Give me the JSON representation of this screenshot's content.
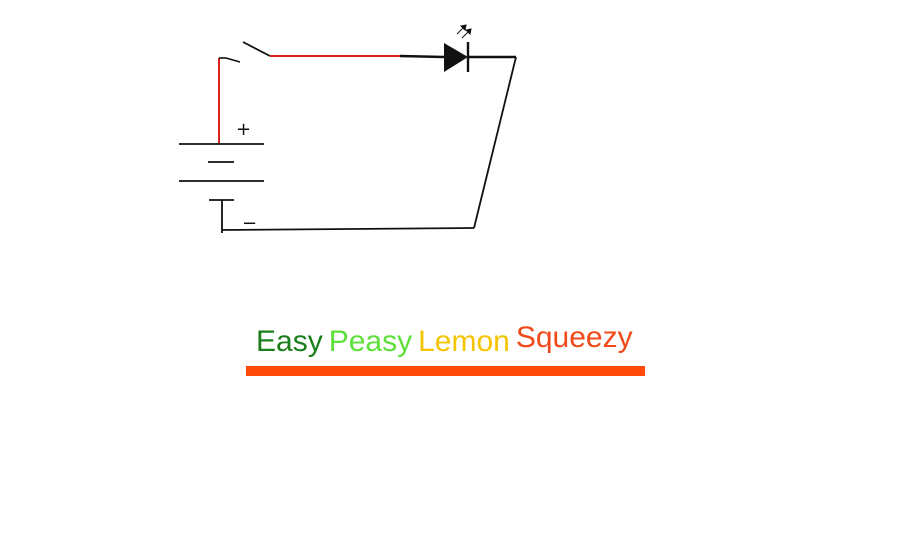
{
  "circuit": {
    "battery_plus_label": "+",
    "battery_minus_label": "−",
    "wire_colors": {
      "positive": "#dd2222",
      "return": "#111111"
    },
    "components": [
      "battery",
      "switch",
      "led"
    ]
  },
  "caption": {
    "words": [
      {
        "text": "Easy",
        "color": "#1a7f1a"
      },
      {
        "text": "Peasy",
        "color": "#5ee03a"
      },
      {
        "text": "Lemon",
        "color": "#f5c400"
      },
      {
        "text": "Squeezy",
        "color": "#f04a1a"
      }
    ],
    "underline_color": "#ff4a0a"
  }
}
